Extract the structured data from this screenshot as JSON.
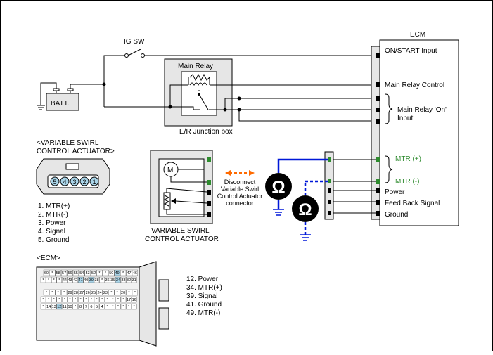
{
  "colors": {
    "wire": "#000000",
    "meter_wire": "#0018d8",
    "green_text": "#2e8b2e",
    "orange_arrow": "#ff6a00",
    "box_fill": "#e6e6e6"
  },
  "ig_sw": "IG SW",
  "batt": "BATT.",
  "main_relay": "Main Relay",
  "junction_box": "E/R Junction box",
  "ecm": {
    "title": "ECM",
    "on_start": "ON/START Input",
    "main_relay_control": "Main Relay Control",
    "main_relay_on_input_1": "Main Relay 'On'",
    "main_relay_on_input_2": "Input",
    "mtr_plus": "MTR (+)",
    "mtr_minus": "MTR (-)",
    "power": "Power",
    "feedback": "Feed Back Signal",
    "ground": "Ground"
  },
  "vsa": {
    "heading_1": "<VARIABLE SWIRL",
    "heading_2": "CONTROL ACTUATOR>",
    "pin_numbers": [
      "5",
      "4",
      "3",
      "2",
      "1"
    ],
    "pins": [
      {
        "text": "1. MTR(+)",
        "color": "#2e8b2e"
      },
      {
        "text": "2. MTR(-)",
        "color": "#2e8b2e"
      },
      {
        "text": "3. Power",
        "color": "#000000"
      },
      {
        "text": "4. Signal",
        "color": "#000000"
      },
      {
        "text": "5. Ground",
        "color": "#000000"
      }
    ],
    "motor": "M",
    "title_1": "VARIABLE SWIRL",
    "title_2": "CONTROL ACTUATOR"
  },
  "disconnect": [
    "Disconnect",
    "Variable Swirl",
    "Control Actuator",
    "connector"
  ],
  "ohm_symbol": "Ω",
  "ecm_connector": {
    "heading": "<ECM>",
    "row1": [
      "60",
      "*",
      "58",
      "57",
      "56",
      "55",
      "54",
      "53",
      "52",
      "*",
      "*",
      "50",
      "49",
      "*",
      "47",
      "46"
    ],
    "row2": [
      "*",
      "*",
      "*",
      "*",
      "44",
      "43",
      "42",
      "41",
      "40",
      "39",
      "38",
      "*",
      "36",
      "35",
      "34",
      "33",
      "32",
      "31"
    ],
    "row3": [
      "*",
      "*",
      "*",
      "*",
      "29",
      "28",
      "27",
      "26",
      "25",
      "24",
      "23",
      "*",
      "*",
      "20",
      "*",
      "*"
    ],
    "row4": [
      "*",
      "*",
      "*",
      "*",
      "*",
      "*",
      "*",
      "*",
      "*",
      "*",
      "*",
      "*",
      "*",
      "*",
      "*",
      "*",
      "17",
      "16"
    ],
    "row5": [
      "*",
      "14",
      "13",
      "12",
      "11",
      "10",
      "*",
      "8",
      "7",
      "6",
      "5",
      "4",
      "*",
      "*",
      "*",
      "*",
      "*",
      "*"
    ],
    "pins": [
      {
        "text": "12. Power",
        "color": "#000000"
      },
      {
        "text": "34. MTR(+)",
        "color": "#2e8b2e"
      },
      {
        "text": "39. Signal",
        "color": "#000000"
      },
      {
        "text": "41. Ground",
        "color": "#000000"
      },
      {
        "text": "49. MTR(-)",
        "color": "#2e8b2e"
      }
    ]
  }
}
